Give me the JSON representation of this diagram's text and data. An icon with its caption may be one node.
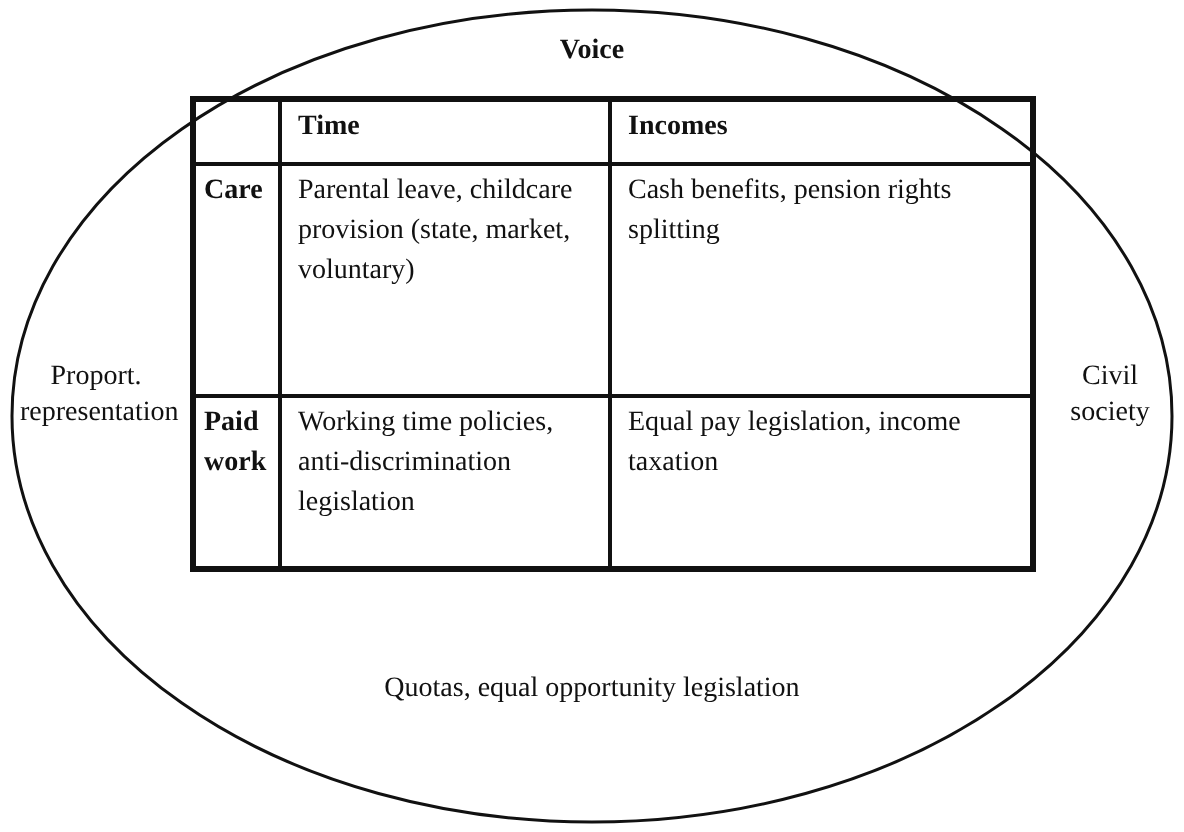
{
  "diagram": {
    "nodes": [
      {
        "text": [
          "Voice",
          "Proport. representation",
          "Civil society",
          "Quotas, equal opportunity legislation"
        ]
      }
    ],
    "labels": [
      "Time",
      "Incomes",
      "Care",
      "Parental leave, childcare provision (state, market, voluntary)",
      "Cash benefits, pension rights splitting",
      "Paid work",
      "Working time policies, anti-discrimination legislation",
      "Equal pay legislation, income taxation"
    ]
  }
}
